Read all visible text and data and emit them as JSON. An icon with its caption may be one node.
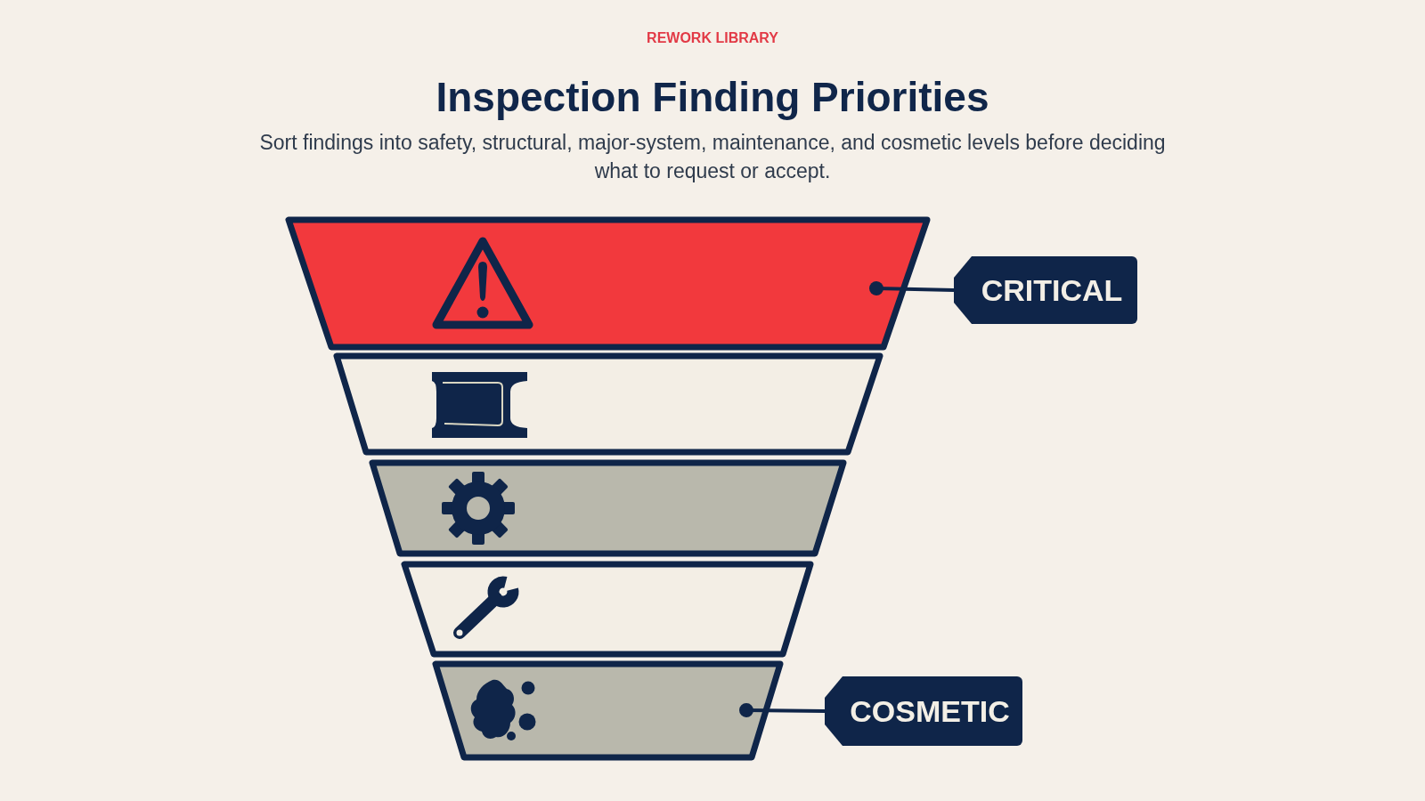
{
  "diagram": {
    "title": "Inspection Finding Priorities",
    "caption": "Sort findings into safety, structural, major-system, maintenance, and cosmetic levels before deciding what to request or accept.",
    "nodes": [
      {
        "text": [],
        "shape": "trapezoid"
      },
      {
        "text": [
          "CRITICAL"
        ]
      },
      {
        "text": [],
        "shape": "trapezoid"
      },
      {
        "text": [],
        "shape": "trapezoid"
      },
      {
        "text": [],
        "shape": "trapezoid"
      },
      {
        "text": [],
        "shape": "trapezoid"
      },
      {
        "text": [
          "COSMETIC"
        ]
      }
    ],
    "edges": [
      {
        "from": 1,
        "to": 0,
        "arrow": "other"
      },
      {
        "from": 6,
        "to": 5,
        "arrow": "other"
      }
    ],
    "labels": [
      "REWORK LIBRARY"
    ]
  }
}
